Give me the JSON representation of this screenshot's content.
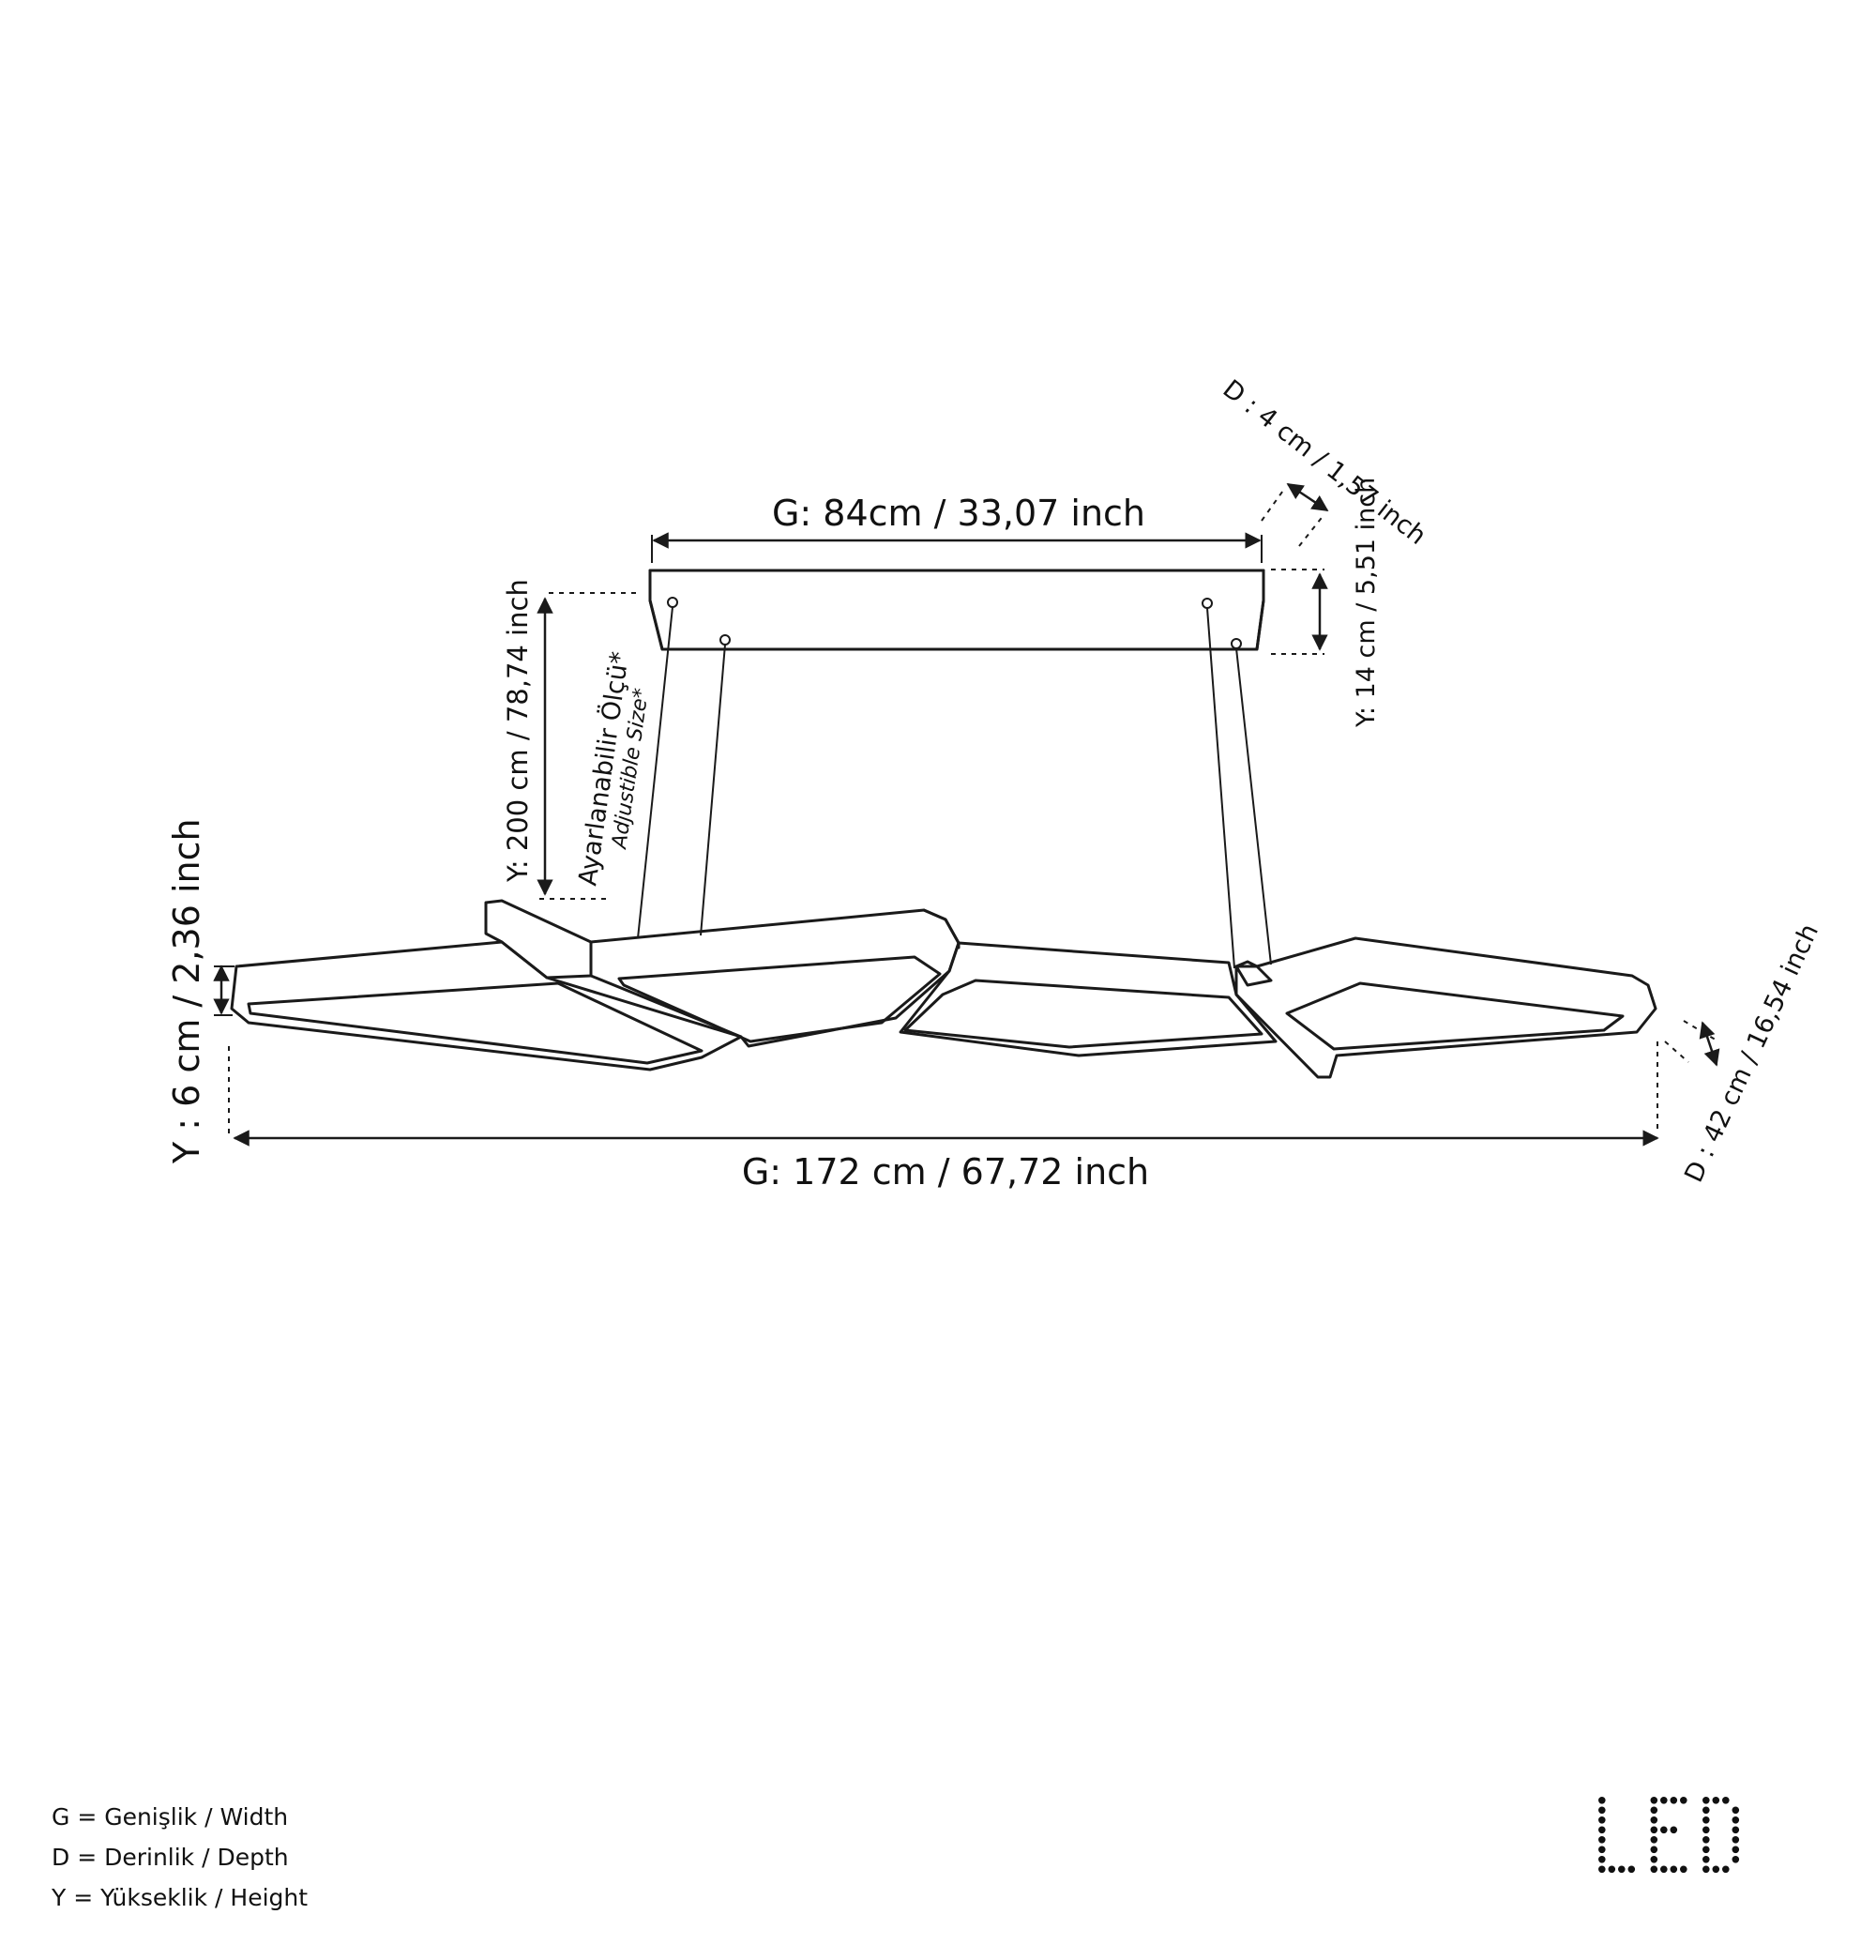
{
  "dimensions": {
    "top_width": "G: 84cm / 33,07 inch",
    "top_depth": "D : 4 cm / 1,57 inch",
    "top_height": "Y: 14 cm / 5,51 inch",
    "suspension_height": "Y: 200 cm / 78,74 inch",
    "adjustable_tr": "Ayarlanabilir Ölçü*",
    "adjustable_en": "Adjustible Size*",
    "body_height": "Y : 6 cm / 2,36 inch",
    "body_width": "G: 172 cm / 67,72 inch",
    "body_depth": "D : 42 cm / 16,54 inch"
  },
  "legend": {
    "g": "G = Genişlik / Width",
    "d": "D = Derinlik / Depth",
    "y": "Y = Yükseklik / Height"
  },
  "logo": {
    "text": "LED"
  }
}
